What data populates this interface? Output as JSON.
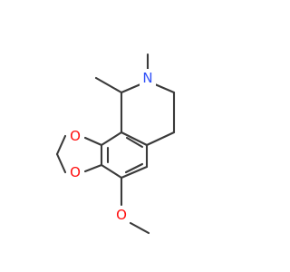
{
  "colors": {
    "bond": "#3a3a3a",
    "oxygen": "#ff0d0d",
    "nitrogen": "#3050f8",
    "background": "#ffffff"
  },
  "atoms": {
    "n": {
      "label": "N",
      "element": "nitrogen"
    },
    "o_top": {
      "label": "O",
      "element": "oxygen"
    },
    "o_bottom": {
      "label": "O",
      "element": "oxygen"
    },
    "o_methoxy": {
      "label": "O",
      "element": "oxygen"
    }
  }
}
